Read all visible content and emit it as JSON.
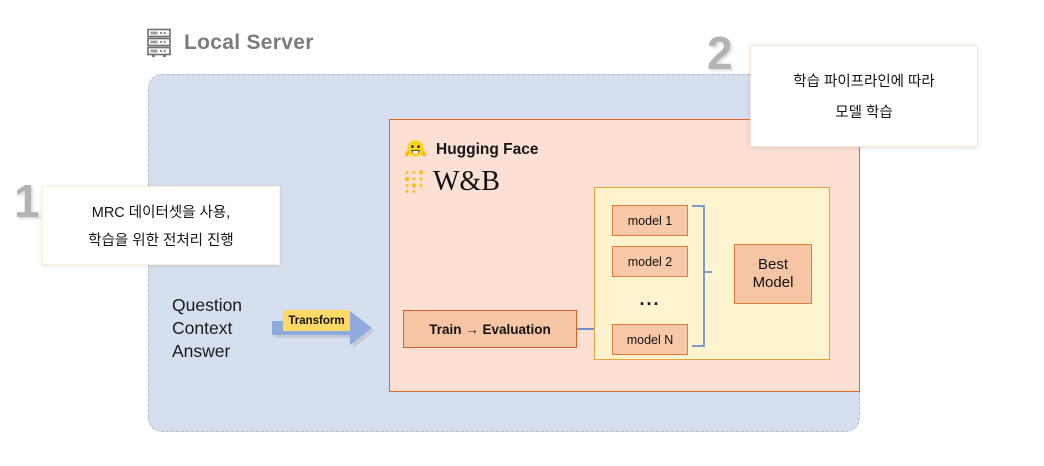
{
  "header": {
    "title": "Local Server",
    "icon": "server-rack-icon"
  },
  "hugging_face": {
    "label": "Hugging Face",
    "icon": "hugging-face-icon",
    "wandb_label": "W&B",
    "wandb_icon": "weights-and-biases-dots-icon"
  },
  "pipeline": {
    "input_lines": [
      "Question",
      "Context",
      "Answer"
    ],
    "transform_label": "Transform",
    "transform_arrow_icon": "right-arrow-icon",
    "train_eval_label": "Train → Evaluation",
    "train_to_model_arrow_icon": "arrow-right-icon"
  },
  "models": {
    "items": [
      {
        "label": "model 1"
      },
      {
        "label": "model 2"
      },
      {
        "label": "model N"
      }
    ],
    "ellipsis": "...",
    "brace_icon": "curly-brace-icon",
    "best_model": {
      "line1": "Best",
      "line2": "Model"
    }
  },
  "callouts": [
    {
      "badge": "1",
      "lines": [
        "MRC 데이터셋을 사용,",
        "학습을 위한 전처리 진행"
      ]
    },
    {
      "badge": "2",
      "lines": [
        "학습 파이프라인에 따라",
        "모델 학습"
      ]
    }
  ],
  "colors": {
    "blue_panel": "#d6dff0",
    "salmon_panel": "#fbe0d3",
    "salmon_border": "#e0692a",
    "yellow_panel": "#fdf3cf",
    "yellow_border": "#e8a33d",
    "model_box": "#f8c9a8",
    "model_border": "#e07b39",
    "arrow_blue": "#8faadc",
    "transform_yellow": "#ffd966",
    "badge_gray": "#b3b3b3",
    "header_gray": "#7b7b7b"
  }
}
